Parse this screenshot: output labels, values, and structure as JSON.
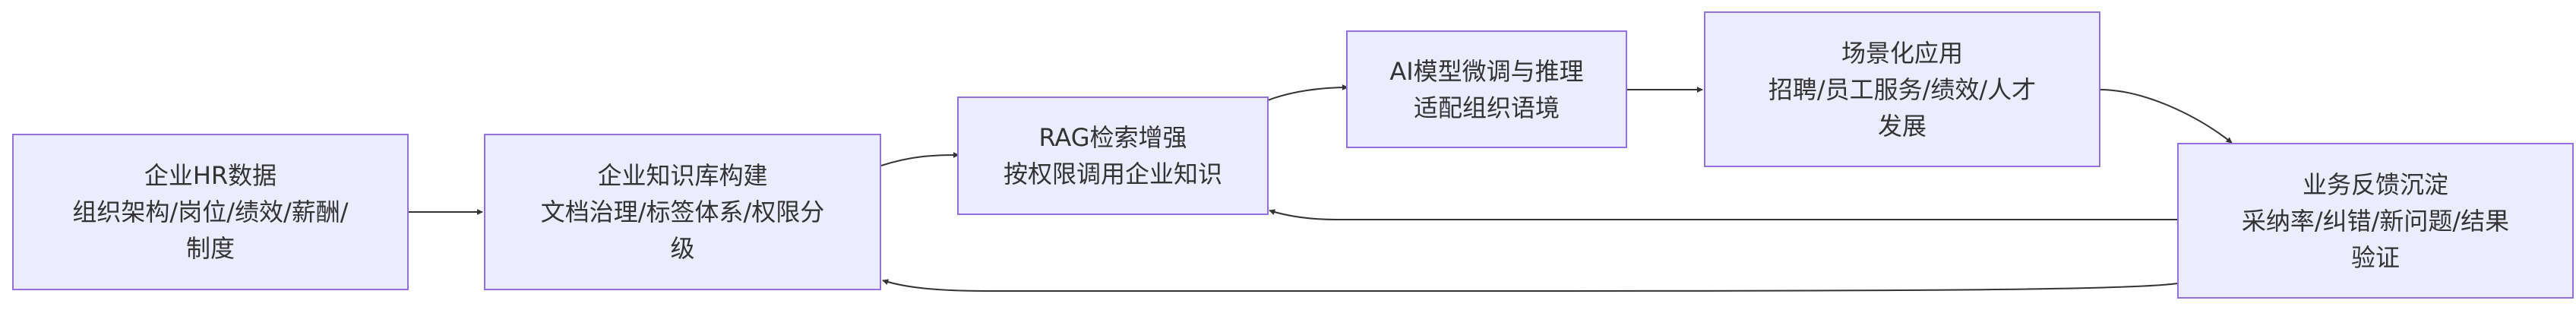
{
  "colors": {
    "node_fill": "#ECECFF",
    "node_border": "#9370DB",
    "edge": "#333333",
    "text": "#333333"
  },
  "nodes": {
    "hr_data": {
      "lines": [
        "企业HR数据",
        "组织架构/岗位/绩效/薪酬/",
        "制度"
      ]
    },
    "kb_build": {
      "lines": [
        "企业知识库构建",
        "文档治理/标签体系/权限分",
        "级"
      ]
    },
    "rag": {
      "lines": [
        "RAG检索增强",
        "按权限调用企业知识"
      ]
    },
    "finetune": {
      "lines": [
        "AI模型微调与推理",
        "适配组织语境"
      ]
    },
    "application": {
      "lines": [
        "场景化应用",
        "招聘/员工服务/绩效/人才",
        "发展"
      ]
    },
    "feedback": {
      "lines": [
        "业务反馈沉淀",
        "采纳率/纠错/新问题/结果",
        "验证"
      ]
    }
  },
  "edges": [
    {
      "from": "hr_data",
      "to": "kb_build"
    },
    {
      "from": "kb_build",
      "to": "rag"
    },
    {
      "from": "rag",
      "to": "finetune"
    },
    {
      "from": "finetune",
      "to": "application"
    },
    {
      "from": "application",
      "to": "feedback"
    },
    {
      "from": "feedback",
      "to": "rag"
    },
    {
      "from": "feedback",
      "to": "kb_build"
    }
  ]
}
